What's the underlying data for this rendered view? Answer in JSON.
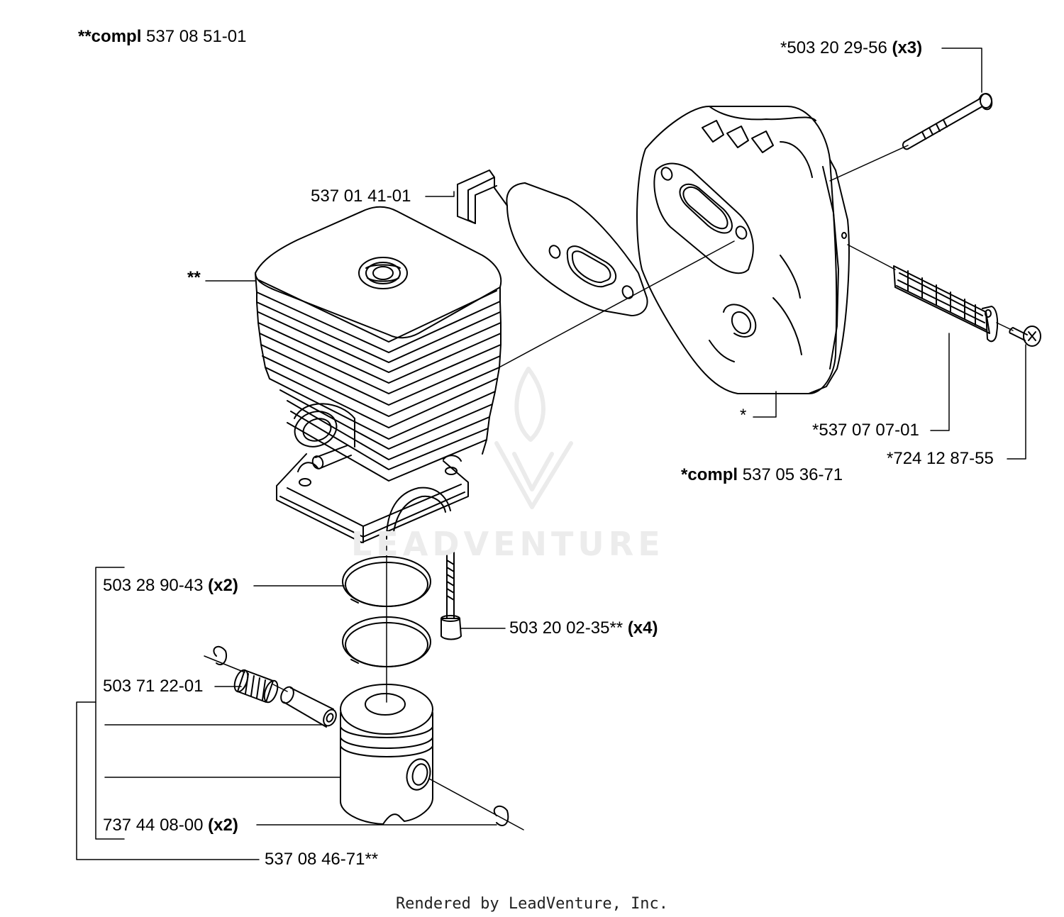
{
  "labels": {
    "compl_cyl": {
      "prefix": "**compl",
      "num": "537 08 51-01"
    },
    "screw_top": {
      "num": "*503 20 29-56",
      "qty": "(x3)"
    },
    "gasket": {
      "num": "537 01 41-01"
    },
    "cyl_mark": {
      "num": "**"
    },
    "muffler_mark": {
      "num": "*"
    },
    "screen": {
      "num": "*537 07 07-01"
    },
    "small_screw": {
      "num": "*724 12 87-55"
    },
    "compl_muffler": {
      "prefix": "*compl",
      "num": "537 05 36-71"
    },
    "ring": {
      "num": "503 28 90-43",
      "qty": "(x2)"
    },
    "bolt": {
      "num": "503 20 02-35**",
      "qty": "(x4)"
    },
    "bearing": {
      "num": "503 71 22-01"
    },
    "circlip": {
      "num": "737 44 08-00",
      "qty": "(x2)"
    },
    "piston_kit": {
      "num": "537 08 46-71**"
    }
  },
  "watermark": "LEADVENTURE",
  "footer": "Rendered by LeadVenture, Inc."
}
